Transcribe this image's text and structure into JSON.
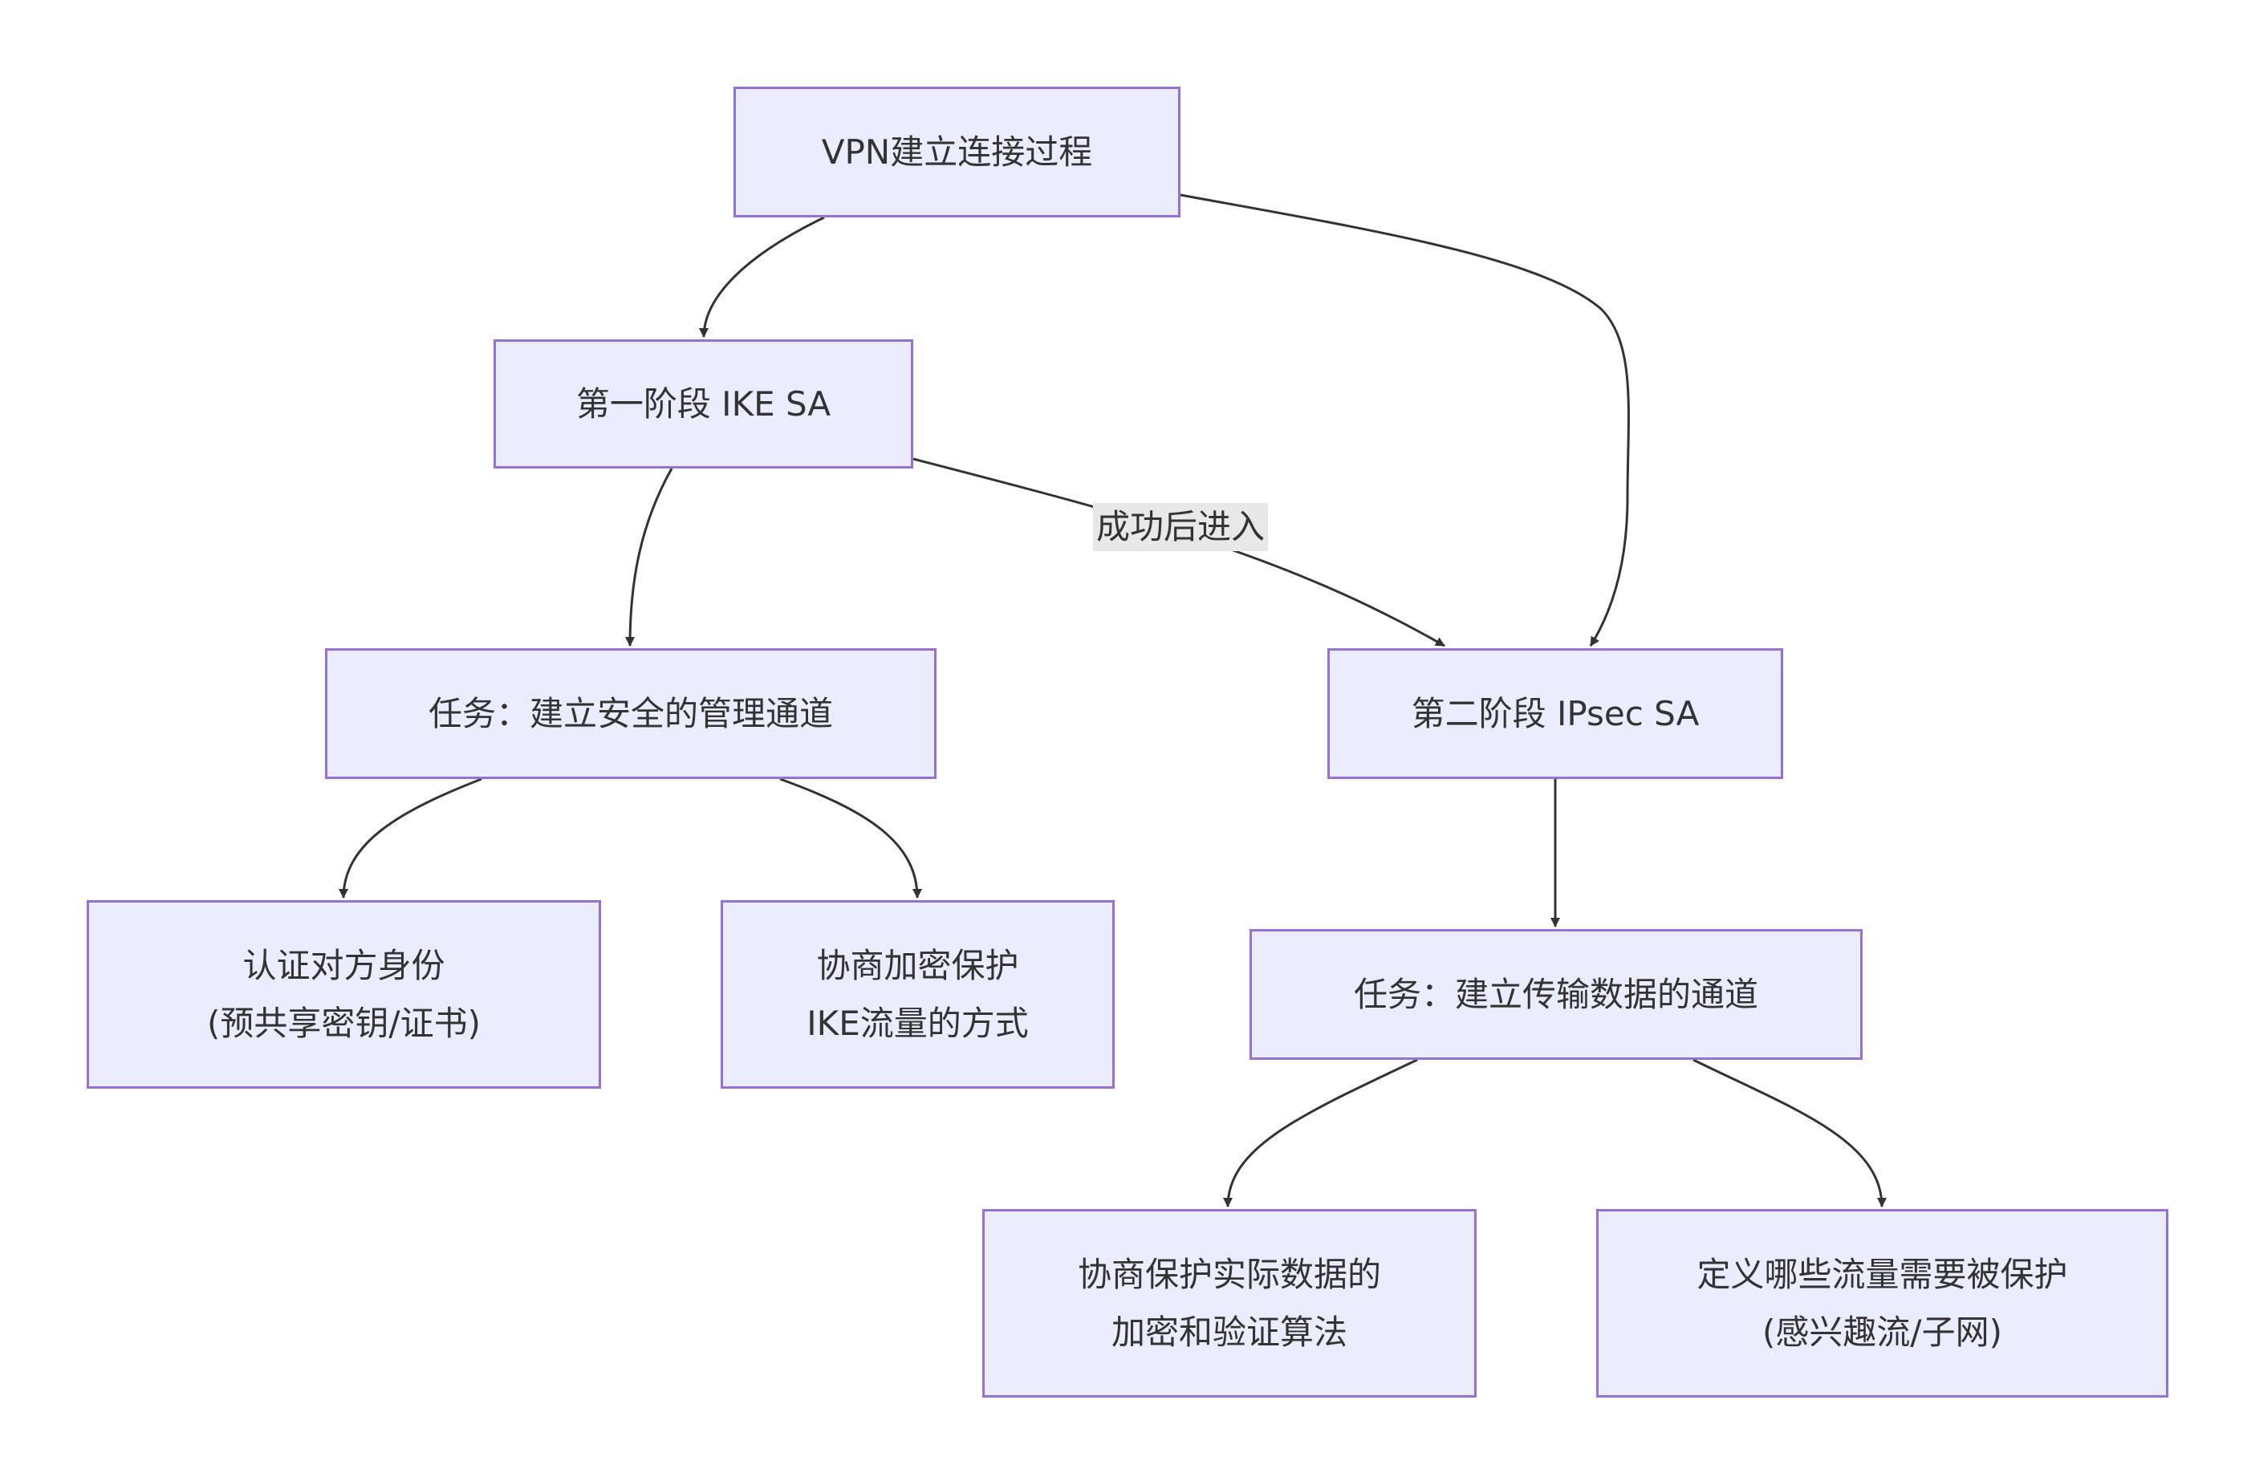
{
  "diagram": {
    "type": "flowchart",
    "direction": "top-down",
    "colors": {
      "node_fill": "#ECECFF",
      "node_border": "#9370DB",
      "edge": "#333333",
      "label_bg": "#E8E8E8",
      "text": "#333333"
    },
    "nodes": [
      {
        "id": "vpn",
        "lines": [
          "VPN建立连接过程"
        ]
      },
      {
        "id": "phase1",
        "lines": [
          "第一阶段 IKE SA"
        ]
      },
      {
        "id": "task1",
        "lines": [
          "任务：建立安全的管理通道"
        ]
      },
      {
        "id": "phase2",
        "lines": [
          "第二阶段 IPsec SA"
        ]
      },
      {
        "id": "auth",
        "lines": [
          "认证对方身份",
          "(预共享密钥/证书)"
        ]
      },
      {
        "id": "negot",
        "lines": [
          "协商加密保护",
          "IKE流量的方式"
        ]
      },
      {
        "id": "task2",
        "lines": [
          "任务：建立传输数据的通道"
        ]
      },
      {
        "id": "algo",
        "lines": [
          "协商保护实际数据的",
          "加密和验证算法"
        ]
      },
      {
        "id": "define",
        "lines": [
          "定义哪些流量需要被保护",
          "(感兴趣流/子网)"
        ]
      }
    ],
    "edges": [
      {
        "from": "vpn",
        "to": "phase1",
        "label": ""
      },
      {
        "from": "vpn",
        "to": "phase2",
        "label": ""
      },
      {
        "from": "phase1",
        "to": "task1",
        "label": ""
      },
      {
        "from": "phase1",
        "to": "phase2",
        "label": "成功后进入"
      },
      {
        "from": "task1",
        "to": "auth",
        "label": ""
      },
      {
        "from": "task1",
        "to": "negot",
        "label": ""
      },
      {
        "from": "phase2",
        "to": "task2",
        "label": ""
      },
      {
        "from": "task2",
        "to": "algo",
        "label": ""
      },
      {
        "from": "task2",
        "to": "define",
        "label": ""
      }
    ]
  }
}
